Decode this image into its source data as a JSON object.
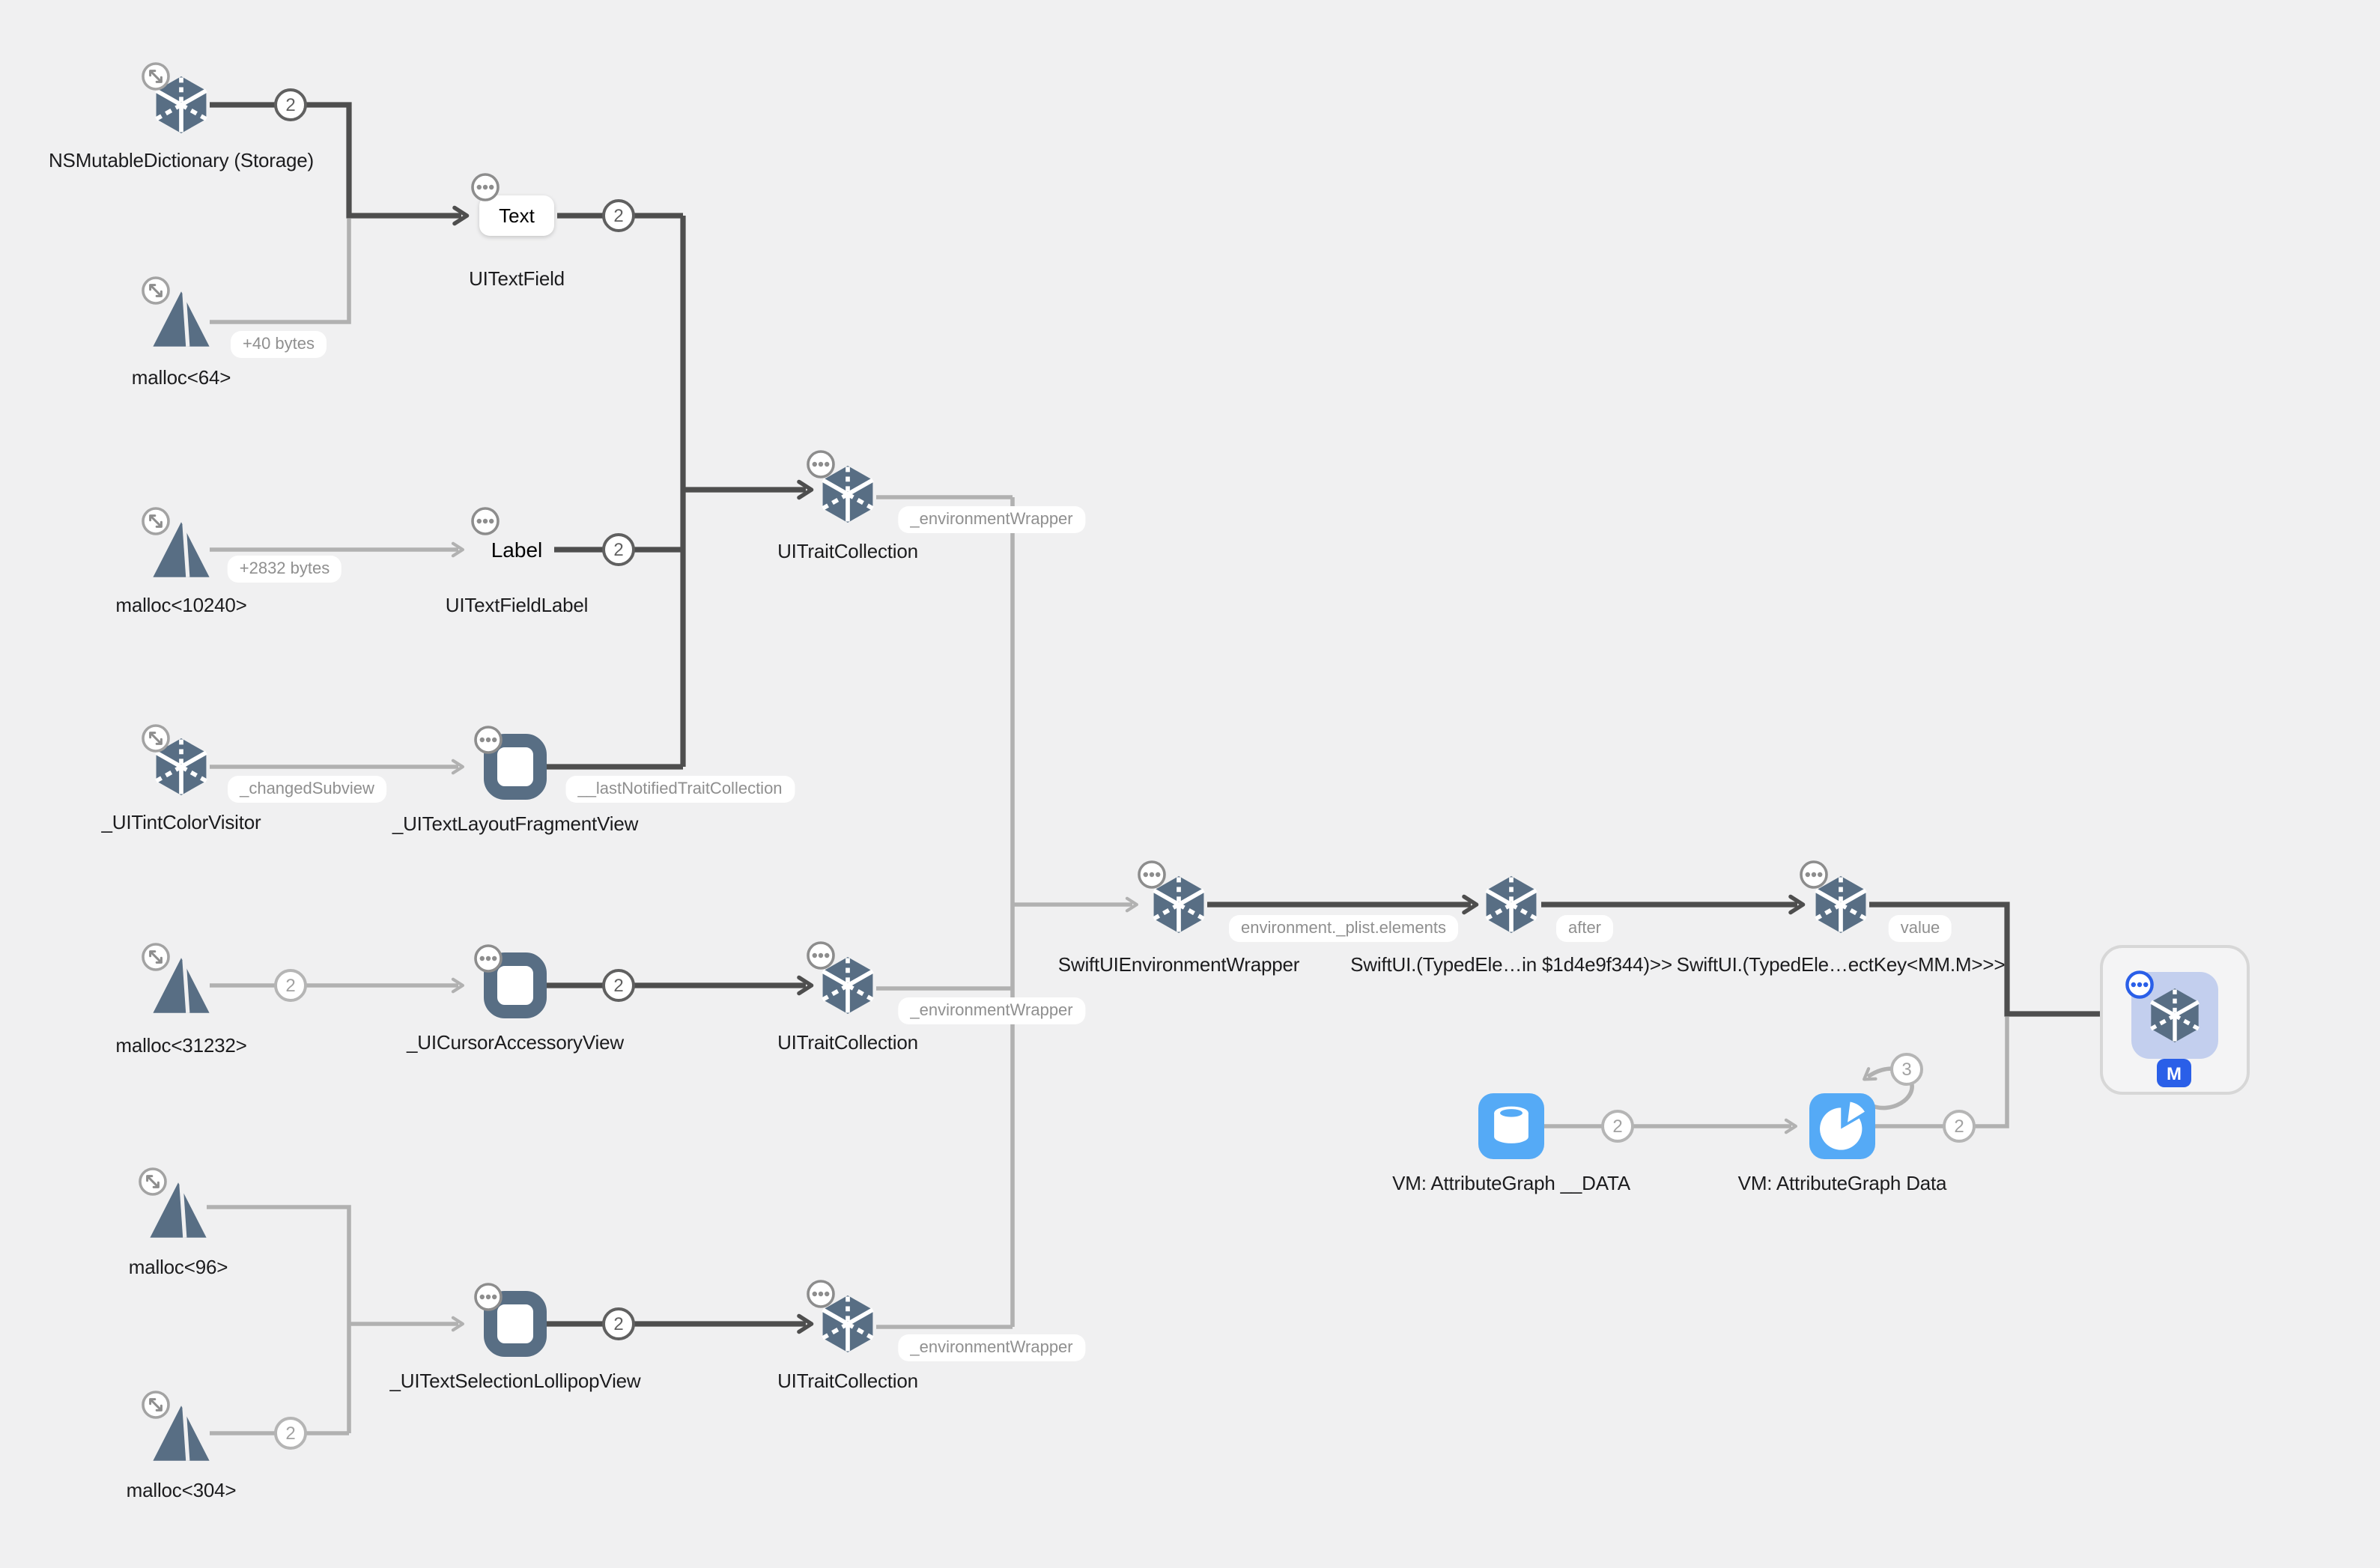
{
  "app": "memory-graph-canvas",
  "colors": {
    "background": "#f0f0f1",
    "node_slate": "#586e84",
    "edge_dark": "#4e4e4e",
    "edge_light": "#b1b1b1",
    "attribute_graph_blue": "#55aaf6",
    "selection_blue": "#2a5fe8",
    "selection_fill": "#c3cfee",
    "label_text": "#1c1c1e",
    "edge_label_text": "#8f8f8f"
  },
  "nodes": {
    "storage": "NSMutableDictionary (Storage)",
    "malloc64": "malloc<64>",
    "textfield": "UITextField",
    "textfield_value": "Text",
    "malloc10240": "malloc<10240>",
    "textfieldlabel": "UITextFieldLabel",
    "textfieldlabel_value": "Label",
    "tintcolorvisitor": "_UITintColorVisitor",
    "textlayoutfragmentview": "_UITextLayoutFragmentView",
    "malloc31232": "malloc<31232>",
    "cursoraccessoryview": "_UICursorAccessoryView",
    "traitcollection": "UITraitCollection",
    "malloc96": "malloc<96>",
    "malloc304": "malloc<304>",
    "textselectionlollipopview": "_UITextSelectionLollipopView",
    "swiftuienvironmentwrapper": "SwiftUIEnvironmentWrapper",
    "typedelement_in": "SwiftUI.(TypedEle…in $1d4e9f344)>>",
    "typedelement_key": "SwiftUI.(TypedEle…ectKey<MM.M>>>",
    "vm_attributegraph_data_segment": "VM: AttributeGraph __DATA",
    "vm_attributegraph_data": "VM: AttributeGraph Data",
    "selected_badge": "M"
  },
  "edge_labels": {
    "plus_40_bytes": "+40 bytes",
    "plus_2832_bytes": "+2832 bytes",
    "changed_subview": "_changedSubview",
    "last_notified_trait_collection": "__lastNotifiedTraitCollection",
    "environment_wrapper": "_environmentWrapper",
    "environment_plist_elements": "environment._plist.elements",
    "after": "after",
    "value": "value"
  },
  "badge_counts": {
    "two": "2",
    "three": "3"
  }
}
